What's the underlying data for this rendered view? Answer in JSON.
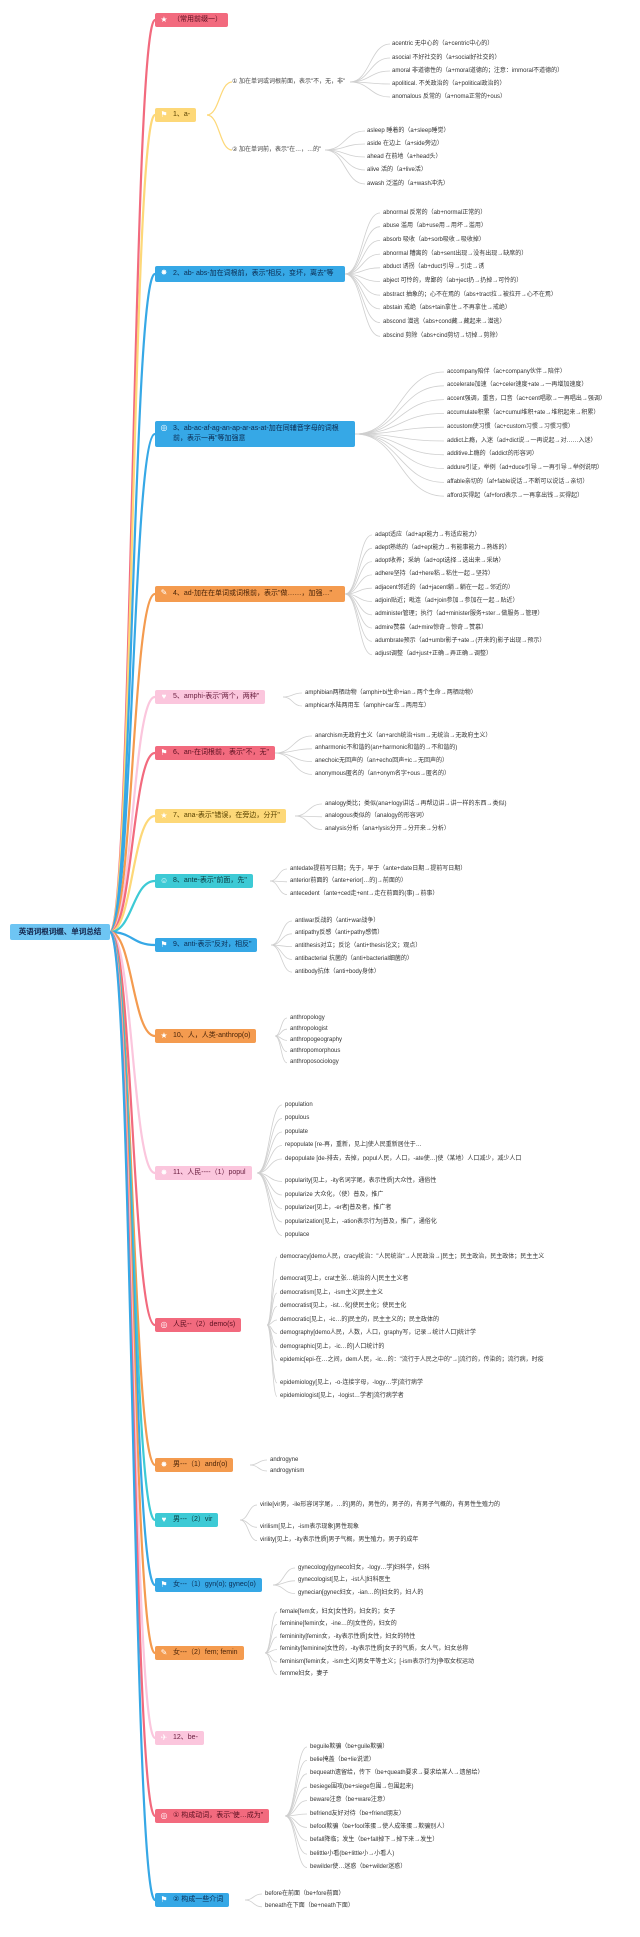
{
  "title": "英语词根词缀、单词总结",
  "colors": {
    "pink": "#f26a7e",
    "blue": "#36a8e6",
    "orange": "#f49b4f",
    "light_pink": "#fbc6dd",
    "yellow": "#fdd878",
    "teal": "#3dcad5",
    "line_gray": "#cfcfcf"
  },
  "branches": [
    {
      "label": "（常用前缀一）",
      "icon": "star-icon",
      "color": "pink"
    },
    {
      "label": "1、a-",
      "icon": "flag-icon",
      "color": "yellow"
    },
    {
      "label": "2、ab- abs-加在词根前，表示\"相反，变坏，离去\"等",
      "icon": "fire-icon",
      "color": "blue"
    },
    {
      "label": "3、ab-ac-af-ag-an-ap-ar-as-at-加在同辅音字母的词根前，表示一再\"等加强意",
      "icon": "target-icon",
      "color": "blue"
    },
    {
      "label": "4、ad-加在在单词或词根前，表示\"做……，加强…\"",
      "icon": "pencil-icon",
      "color": "orange"
    },
    {
      "label": "5、amphi-表示\"两个，两种\"",
      "icon": "heart-icon",
      "color": "light_pink"
    },
    {
      "label": "6、an-在词根前，表示\"不，无\"",
      "icon": "flag-icon",
      "color": "pink"
    },
    {
      "label": "7、ana-表示\"错误，在旁边，分开\"",
      "icon": "star-icon",
      "color": "yellow"
    },
    {
      "label": "8、ante-表示\"前面，先\"",
      "icon": "smile-icon",
      "color": "teal"
    },
    {
      "label": "9、anti-表示\"反对，相反\"",
      "icon": "flag-icon",
      "color": "blue"
    },
    {
      "label": "10、人，人类-anthrop(o)",
      "icon": "star-icon",
      "color": "orange"
    },
    {
      "label": "11、人民----（1）popul",
      "icon": "fire-icon",
      "color": "light_pink"
    },
    {
      "label": "人民--（2）demo(s)",
      "icon": "target-icon",
      "color": "pink"
    },
    {
      "label": "男---（1）andr(o)",
      "icon": "fire-icon",
      "color": "orange"
    },
    {
      "label": "男---（2）vir",
      "icon": "heart-icon",
      "color": "teal"
    },
    {
      "label": "女---（1）gyn(o); gynec(o)",
      "icon": "flag-icon",
      "color": "blue"
    },
    {
      "label": "女---（2）fem; femin",
      "icon": "pencil-icon",
      "color": "orange"
    },
    {
      "label": "12、be-",
      "icon": "plane-icon",
      "color": "light_pink"
    },
    {
      "label": "① 构成动词，表示\"使…成为\"",
      "icon": "target-icon",
      "color": "pink"
    },
    {
      "label": "② 构成一些介词",
      "icon": "flag-icon",
      "color": "blue"
    }
  ],
  "a_sub": [
    {
      "label": "① 加在单词或词根前面，表示\"不，无，非\"",
      "leaves": [
        "acentric 无中心的（a+centric中心的）",
        "asocial 不好社交的（a+social好社交的）",
        "amoral 非道德性的（a+moral道德的；注意：immoral不道德的）",
        "apolitical. 不关政治的（a+political政治的）",
        "anomalous 反常的（a+noma正常的+ous）"
      ]
    },
    {
      "label": "② 加在单词前，表示\"在…，…的\"",
      "leaves": [
        "asleep 睡着的（a+sleep睡觉）",
        "aside 在边上（a+side旁边）",
        "ahead 在前地（a+head头）",
        "alive 活的（a+live活）",
        "awash 泛滥的（a+wash冲洗）"
      ]
    }
  ],
  "leaf_groups": [
    [
      "abnormal 反常的（ab+normal正常的）",
      "abuse 滥用（ab+use用→用坏→滥用）",
      "absorb 吸收（ab+sorb吸收→吸收掉）",
      "abnormal 糟离的（ab+sent出现→没有出现→缺席的）",
      "abduct 诱拐（ab+duct引导→引走→诱",
      "abject 可怜的，卑鄙的（ab+ject扔→扔掉→可怜的）",
      "abstract 抽象的；心不在焉的（abs+tract拉→被拉开→心不在焉）",
      "abstain 戒绝（abs+tain拿住→不再拿住→戒绝）",
      "abscond 潜逃（abs+cond藏→藏起来→潜逃）",
      "abscind 剪除（abs+cind剪切→切掉→剪除）"
    ],
    [
      "accompany陪伴（ac+company伙伴→陪伴）",
      "accelerate加速（ac+celer速度+ate→一再增加速度）",
      "accent强调，重音，口音（ac+cent唱歌→一再唱出→强调）",
      "accumulate积累（ac+cumul堆积+ate→堆积起来→积累）",
      "accustom使习惯（ac+custom习惯→习惯习惯）",
      "addict上瘾，入迷（ad+dict说→一再说起→对……入迷）",
      "additive上瘾的（addict的形容词）",
      "addure引证，举例（ad+duce引导→一再引导→举例说明）",
      "affable亲切的（af+fable说话→不断可以说话→亲切）",
      "afford买得起（af+ford表示→一再拿出钱→买得起）"
    ],
    [
      "adapt适应（ad+apt能力→有适应能力）",
      "adept熟练的（ad+ept能力→有能事能力→熟练的）",
      "adopt收养；采纳（ad+opt选择→选出来→采纳）",
      "adhere坚持（ad+here粘→粘住一起→坚持）",
      "adjacent邻近的（ad+jacent躺→躺在一起→邻近的）",
      "adjoin贴近；毗连（ad+join参加→参加在一起→贴近）",
      "administer管理；执行（ad+minister服务+ster→做服务→管理）",
      "admire赞慕（ad+mire惊奇→惊奇→赞慕）",
      "adumbrate预示（ad+umbr影子+ate→(开来的)影子出现→预示）",
      "adjust调整（ad+just+正确→弄正确→调整）"
    ],
    [
      "amphibian两栖动物（amphi+bi生命+ian→两个生命→两栖动物）",
      "amphicar水陆两用车（amphi+car车→两用车）"
    ],
    [
      "anarchism无政府主义（an+arch统治+ism→无统治→无政府主义）",
      "anharmonic不和谐的(an+harmonic和谐的→不和谐的)",
      "anechoic无回声的（an+echo回声+ic→无回声的）",
      "anonymous匿名的（an+onym名字+ous→匿名的）"
    ],
    [
      "analogy类比；类似(ana+logy讲话→再帮边讲→讲一样的东西→类似)",
      "analogous类似的（analogy的形容词）",
      "analysis分析（ana+lysis分开→分开来→分析）"
    ],
    [
      "antedate提前写日期；先于，早于（ante+date日期→提前写日期）",
      "anterior前面的（ante+erior[…的]→前面的）",
      "antecedent（ante+ced走+ent→走在前面的(事)→前事）"
    ],
    [
      "antiwar反战的（anti+war战争）",
      "antipathy反感（anti+pathy感情）",
      "antithesis对立；反论（anti+thesis论文；观点）",
      "antibacterial 抗菌的（anti+bacterial细菌的）",
      "antibody抗体（anti+body身体）"
    ],
    [
      "anthropology",
      "anthropologist",
      "anthropogeography",
      "anthropomorphous",
      "anthroposociology"
    ],
    [
      "population",
      "populous",
      "populate",
      "repopulate [re-再，重新，见上]使人民重新居住于…",
      "depopulate [de-排去，去掉，popul人民，人口，-ate使…]使（某地）人口减少，减少人口",
      "popularity[见上，-ity名词字尾，表示性质]大众性，通俗性",
      "popularize             大众化，（使）普及，推广",
      "popularizer[见上，-er者]普及者，推广者",
      "popularization[见上，-ation表示行为]普及，推广，通俗化",
      "populace"
    ],
    [
      "democracy[demo人民，cracy统治：\"人民统治\"→人民政治→]民主；民主政治，民主政体；民主主义",
      "democrat[见上，crat主张…统治的人]民主主义者",
      "democratism[见上，-ism主义]民主主义",
      "democratist[见上，-ist…化]使民主化；使民主化",
      "democratic[见上，-ic…的]民主的，民主主义的；民主政体的",
      "demography[demo人民，人数，人口，graphy写，记录→统计人口]统计学",
      "demographic[见上，-ic…的]人口统计的",
      "epidemic[epi-在…之间，dem人民，-ic…的：\"流行于人民之中的\"→]流行的，传染的；流行病，时疫",
      "epidemiology[见上，-o-连接字母，-logy…学]流行病学",
      "epidemiologist[见上，-logist…学者]流行病学者"
    ],
    [
      "androgyne",
      "androgynism"
    ],
    [
      "virile[vir男，-ile形容词字尾，…的]男的，男性的，男子的，有男子气概的，有男性生殖力的",
      "virilism[见上，-ism表示现象]男性现象",
      "virility[见上，-ity表示性质]男子气概，男生殖力，男子的成年"
    ],
    [
      "gynecology[gyneco妇女，-logy…学]妇科学，妇科",
      "gynecologist[见上，-ist人]妇科医生",
      "gynecian[gynec妇女，-ian…的]妇女的，妇人的"
    ],
    [
      "female[fem女，妇女]女性的，妇女的；女子",
      "feminine[femin女，-ine…的]女性的，妇女的",
      "femininity[femin女，-ity表示性质]女性，妇女的特性",
      "feminity[feminine]女性的，-ity表示性质]女子的气质，女人气，妇女总称",
      "feminism[femin女，-ism主义]男女平等主义；[-ism表示行为]争取女权运动",
      "femme妇女，妻子"
    ],
    [],
    [
      "beguile欺骗（be+guile欺骗）",
      "belie掩盖（be+lie说谎）",
      "bequeath遗留给，传下（be+queath要求→要求给某人→遗留给）",
      "besiege围攻(be+siege包围→包围起来)",
      "beware注意（be+ware注意）",
      "befriend友好对待（be+friend朋友）",
      "befool欺骗（be+fool笨蛋→使人成笨蛋→欺骗别人）",
      "befall降临；发生（be+fall掉下→掉下来→发生）",
      "belittle小看(be+little小→小看人)",
      "bewilder使…迷惑（be+wilder迷惑）"
    ],
    [
      "before在前面（be+fore前面）",
      "beneath在下面（be+neath下面）"
    ]
  ]
}
